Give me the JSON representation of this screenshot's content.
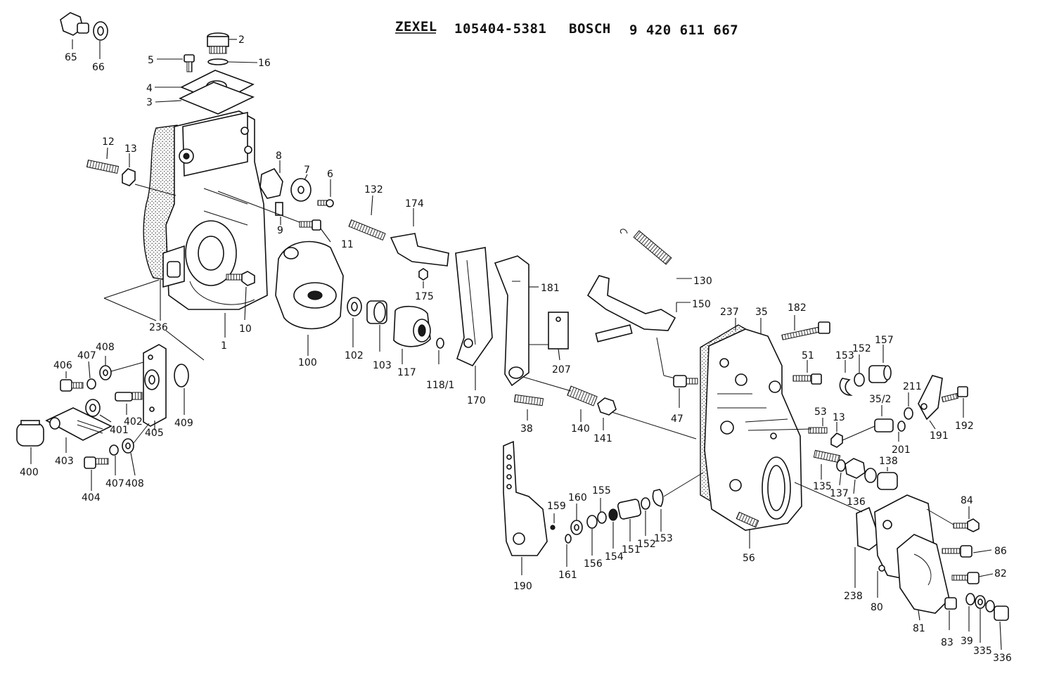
{
  "header": {
    "brand1": "ZEXEL",
    "part_no1": "105404-5381",
    "brand2": "BOSCH",
    "part_no2": "9 420 611 667"
  },
  "callouts": {
    "c65": "65",
    "c66": "66",
    "c2": "2",
    "c16": "16",
    "c5": "5",
    "c4": "4",
    "c3": "3",
    "c12": "12",
    "c13a": "13",
    "c8": "8",
    "c7": "7",
    "c6": "6",
    "c9": "9",
    "c11": "11",
    "c132": "132",
    "c174": "174",
    "c175": "175",
    "c181": "181",
    "c130": "130",
    "c150": "150",
    "c236": "236",
    "c1": "1",
    "c10": "10",
    "c100": "100",
    "c102": "102",
    "c103": "103",
    "c117": "117",
    "c118_1": "118/1",
    "c170": "170",
    "c207": "207",
    "c237": "237",
    "c35": "35",
    "c182": "182",
    "c51": "51",
    "c153a": "153",
    "c152a": "152",
    "c157": "157",
    "c35_2": "35/2",
    "c211": "211",
    "c192": "192",
    "c201": "201",
    "c191": "191",
    "c47": "47",
    "c53": "53",
    "c13b": "13",
    "c138": "138",
    "c135": "135",
    "c137": "137",
    "c136": "136",
    "c38": "38",
    "c140": "140",
    "c141": "141",
    "c406": "406",
    "c407a": "407",
    "c408a": "408",
    "c402": "402",
    "c401": "401",
    "c405": "405",
    "c409": "409",
    "c400": "400",
    "c403": "403",
    "c404": "404",
    "c407b": "407",
    "c408b": "408",
    "c159": "159",
    "c160": "160",
    "c155": "155",
    "c161": "161",
    "c156": "156",
    "c154": "154",
    "c151": "151",
    "c152b": "152",
    "c153b": "153",
    "c190": "190",
    "c56": "56",
    "c84": "84",
    "c86": "86",
    "c82": "82",
    "c238": "238",
    "c80": "80",
    "c81": "81",
    "c83": "83",
    "c39": "39",
    "c335": "335",
    "c336": "336"
  }
}
